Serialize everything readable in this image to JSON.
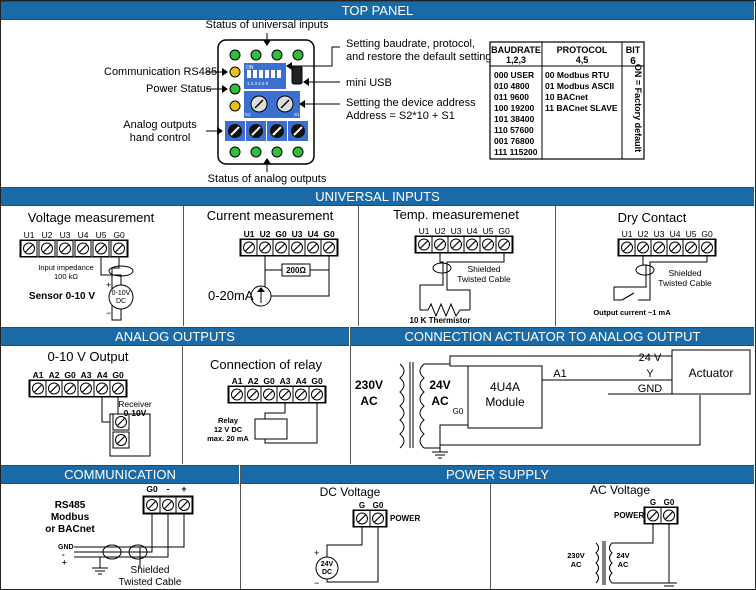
{
  "sections": {
    "top_panel": "TOP PANEL",
    "universal_inputs": "UNIVERSAL INPUTS",
    "analog_outputs": "ANALOG OUTPUTS",
    "connection_actuator": "CONNECTION ACTUATOR TO ANALOG OUTPUT",
    "communication": "COMMUNICATION",
    "power_supply": "POWER SUPPLY"
  },
  "top_panel": {
    "status_universal": "Status of universal inputs",
    "status_analog": "Status of analog outputs",
    "comm_rs485": "Communication RS485",
    "power_status": "Power Status",
    "analog_hand_1": "Analog outputs",
    "analog_hand_2": "hand control",
    "setting_1": "Setting baudrate, protocol,",
    "setting_2": "and restore the default settings",
    "mini_usb": "mini USB",
    "address_1": "Setting the device address",
    "address_2": "Address = S2*10 + S1",
    "dip_on": "ON",
    "dip_numbers": "1 2 3 4 5 6",
    "s2": "S2",
    "s1": "S1",
    "table": {
      "h_baud_1": "BAUDRATE",
      "h_baud_2": "1,2,3",
      "h_proto_1": "PROTOCOL",
      "h_proto_2": "4,5",
      "h_bit_1": "BIT",
      "h_bit_2": "6",
      "baud": [
        "000 USER",
        "010 4800",
        "011 9600",
        "100 19200",
        "101 38400",
        "110 57600",
        "001 76800",
        "111 115200"
      ],
      "proto": [
        "00 Modbus RTU",
        "01 Modbus ASCII",
        "10 BACnet",
        "11 BACnet SLAVE"
      ],
      "bit6": "ON = Factory default"
    }
  },
  "universal_inputs": {
    "voltage_title": "Voltage measurement",
    "current_title": "Current measurement",
    "temp_title": "Temp. measuremenet",
    "dry_title": "Dry Contact",
    "terminals_u": [
      "U1",
      "U2",
      "U3",
      "U4",
      "U5",
      "G0"
    ],
    "terminals_current": [
      "U1",
      "U2",
      "G0",
      "U3",
      "U4",
      "G0"
    ],
    "input_impedance_1": "Input impedance",
    "input_impedance_2": "100 kΩ",
    "sensor": "Sensor 0-10 V",
    "src_1": "0-10V",
    "src_2": "DC",
    "plus": "+",
    "minus": "−",
    "resistor": "200Ω",
    "current_src": "0-20mA",
    "shielded_1": "Shielded",
    "shielded_2": "Twisted Cable",
    "thermistor": "10 K Thermistor",
    "output_current": "Output current ~1 mA"
  },
  "analog_outputs": {
    "out_title": "0-10 V Output",
    "relay_title": "Connection of relay",
    "terminals_a": [
      "A1",
      "A2",
      "G0",
      "A3",
      "A4",
      "G0"
    ],
    "receiver_1": "Receiver",
    "receiver_2": "0-10V",
    "relay_1": "Relay",
    "relay_2": "12 V DC",
    "relay_3": "max. 20 mA"
  },
  "actuator": {
    "v230_1": "230V",
    "v230_2": "AC",
    "v24_1": "24V",
    "v24_2": "AC",
    "module_1": "4U4A",
    "module_2": "Module",
    "g0": "G0",
    "a1": "A1",
    "w24v": "24 V",
    "y": "Y",
    "gnd": "GND",
    "actuator": "Actuator"
  },
  "communication": {
    "rs485_1": "RS485",
    "rs485_2": "Modbus",
    "rs485_3": "or BACnet",
    "terminals": [
      "G0",
      "-",
      "+"
    ],
    "gnd": "GND",
    "minus": "-",
    "plus": "+",
    "shielded_1": "Shielded",
    "shielded_2": "Twisted Cable"
  },
  "power_supply": {
    "dc_title": "DC Voltage",
    "ac_title": "AC Voltage",
    "g": "G",
    "g0": "G0",
    "power": "POWER",
    "dc_src_1": "24V",
    "dc_src_2": "DC",
    "plus": "+",
    "minus": "−",
    "ac230_1": "230V",
    "ac230_2": "AC",
    "ac24_1": "24V",
    "ac24_2": "AC"
  },
  "colors": {
    "header_blue": "#1a6aa8",
    "led_green": "#2fbf3f",
    "led_yellow": "#e8c21c",
    "module_blue": "#3d6fd1"
  }
}
